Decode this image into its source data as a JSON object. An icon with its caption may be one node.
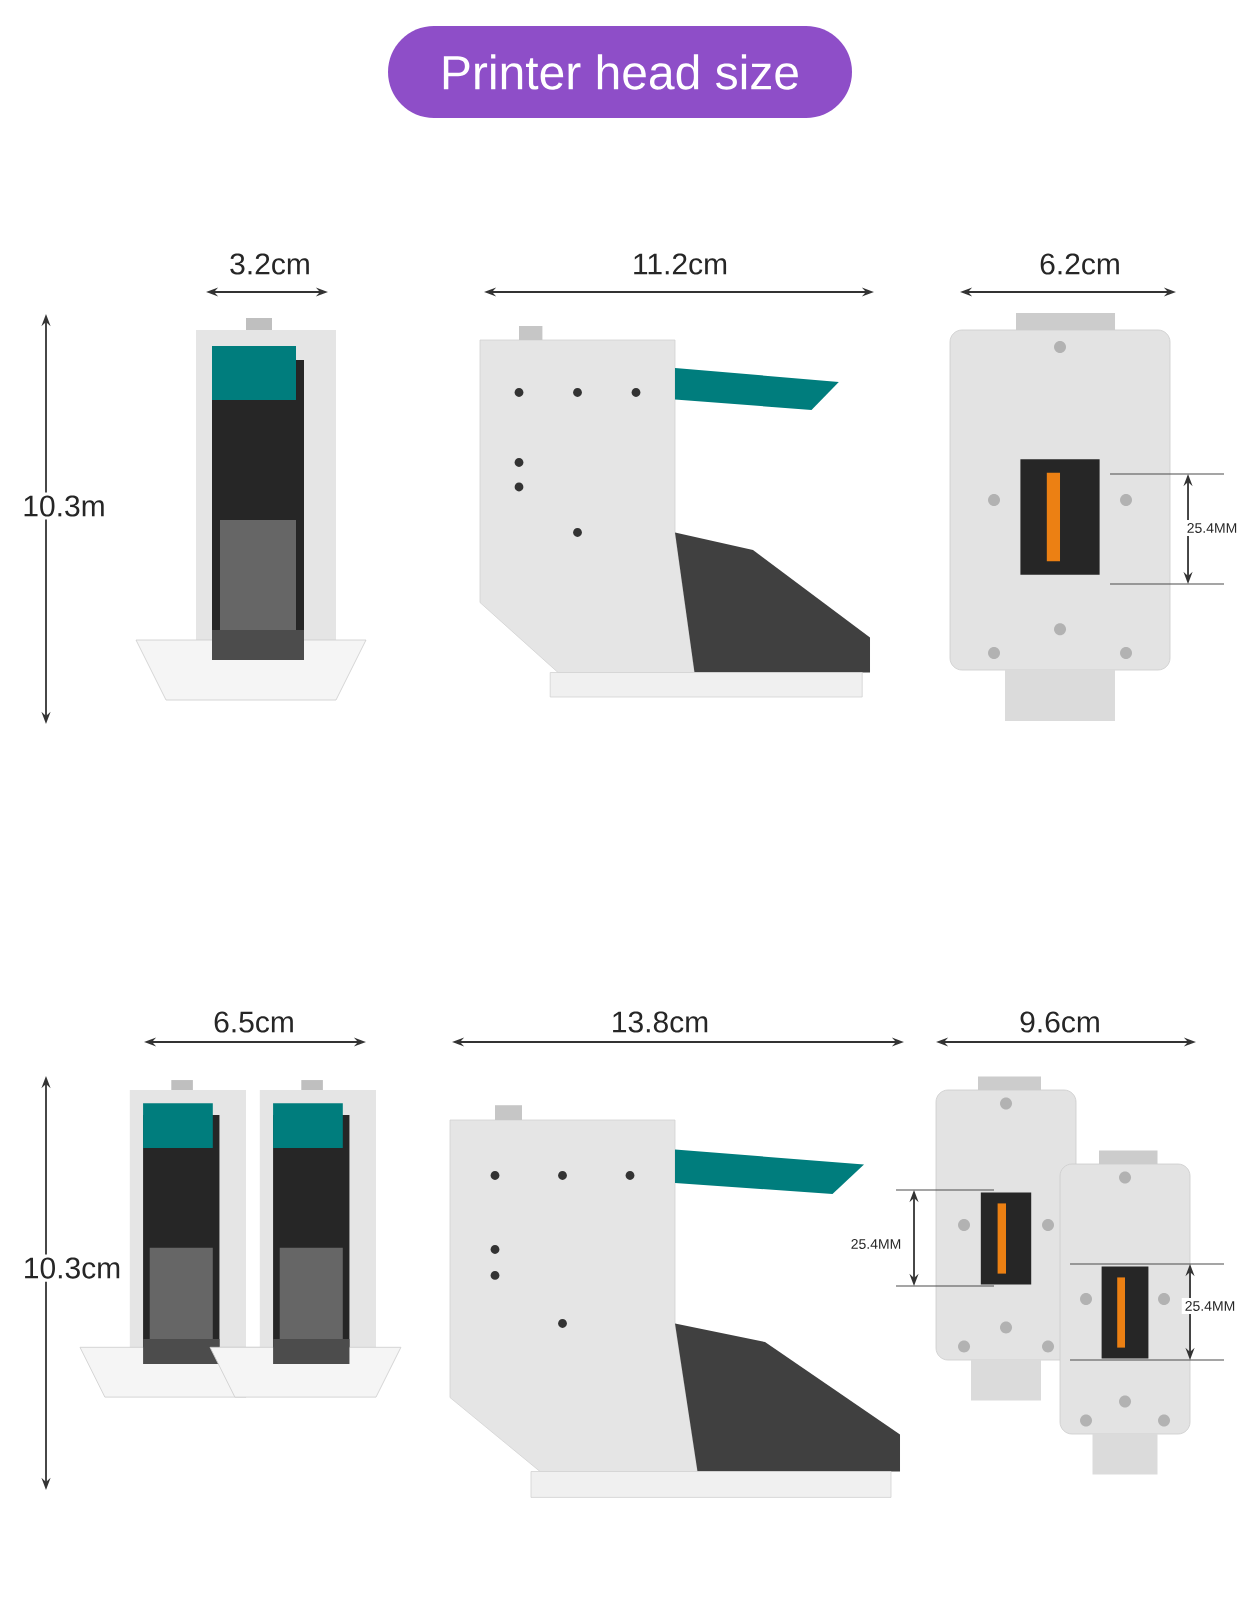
{
  "diagram": {
    "title": "Printer head size",
    "labels": [
      "3.2cm",
      "11.2cm",
      "6.2cm",
      "10.3m",
      "25.4MM",
      "6.5cm",
      "13.8cm",
      "9.6cm",
      "10.3cm",
      "25.4MM",
      "25.4MM"
    ]
  }
}
